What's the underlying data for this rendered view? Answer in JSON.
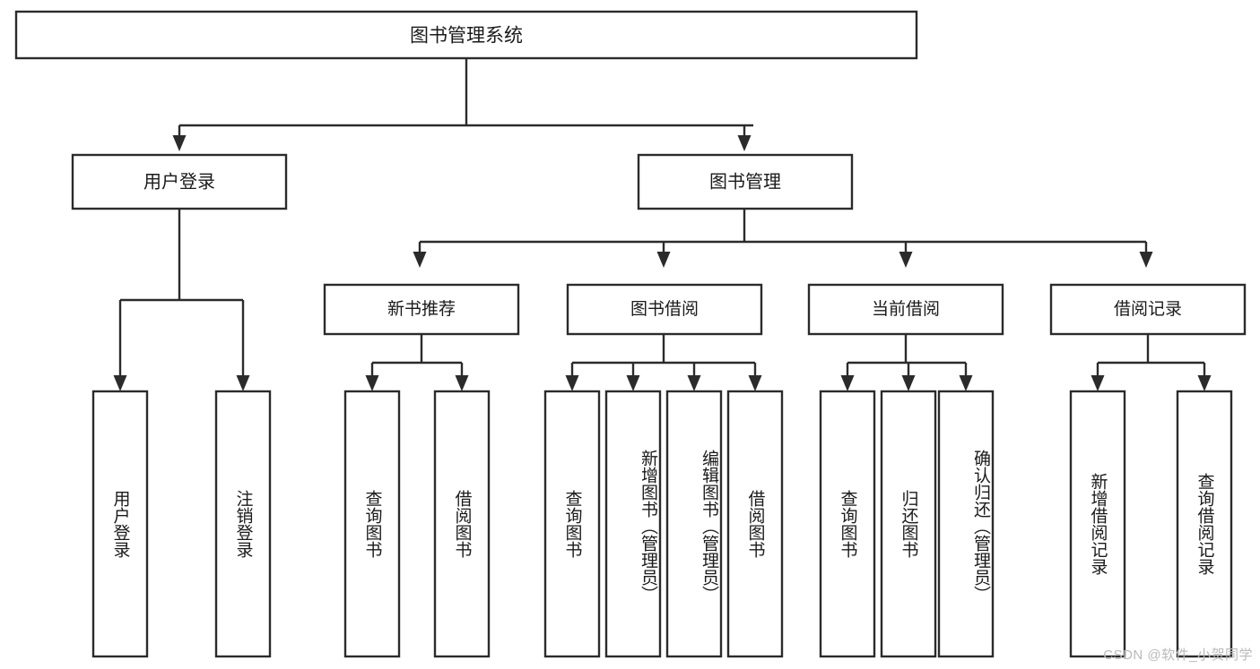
{
  "diagram": {
    "title": "图书管理系统",
    "type": "hierarchy-tree",
    "watermark": "CSDN @软件_小贺同学",
    "colors": {
      "stroke": "#2b2b2b",
      "box_fill": "#ffffff",
      "text": "#1a1a1a",
      "background": "#ffffff",
      "watermark": "#b9b9b9"
    },
    "root": {
      "label": "图书管理系统"
    },
    "level1": [
      {
        "label": "用户登录"
      },
      {
        "label": "图书管理"
      }
    ],
    "level2": [
      {
        "label": "新书推荐"
      },
      {
        "label": "图书借阅"
      },
      {
        "label": "当前借阅"
      },
      {
        "label": "借阅记录"
      }
    ],
    "leaves": {
      "user_login": [
        {
          "label": "用户登录"
        },
        {
          "label": "注销登录"
        }
      ],
      "new_book_recommend": [
        {
          "label": "查询图书"
        },
        {
          "label": "借阅图书"
        }
      ],
      "book_borrow": [
        {
          "label": "查询图书"
        },
        {
          "label": "新增图书（管理员）"
        },
        {
          "label": "编辑图书（管理员）"
        },
        {
          "label": "借阅图书"
        }
      ],
      "current_borrow": [
        {
          "label": "查询图书"
        },
        {
          "label": "归还图书"
        },
        {
          "label": "确认归还（管理员）"
        }
      ],
      "borrow_record": [
        {
          "label": "新增借阅记录"
        },
        {
          "label": "查询借阅记录"
        }
      ]
    }
  }
}
